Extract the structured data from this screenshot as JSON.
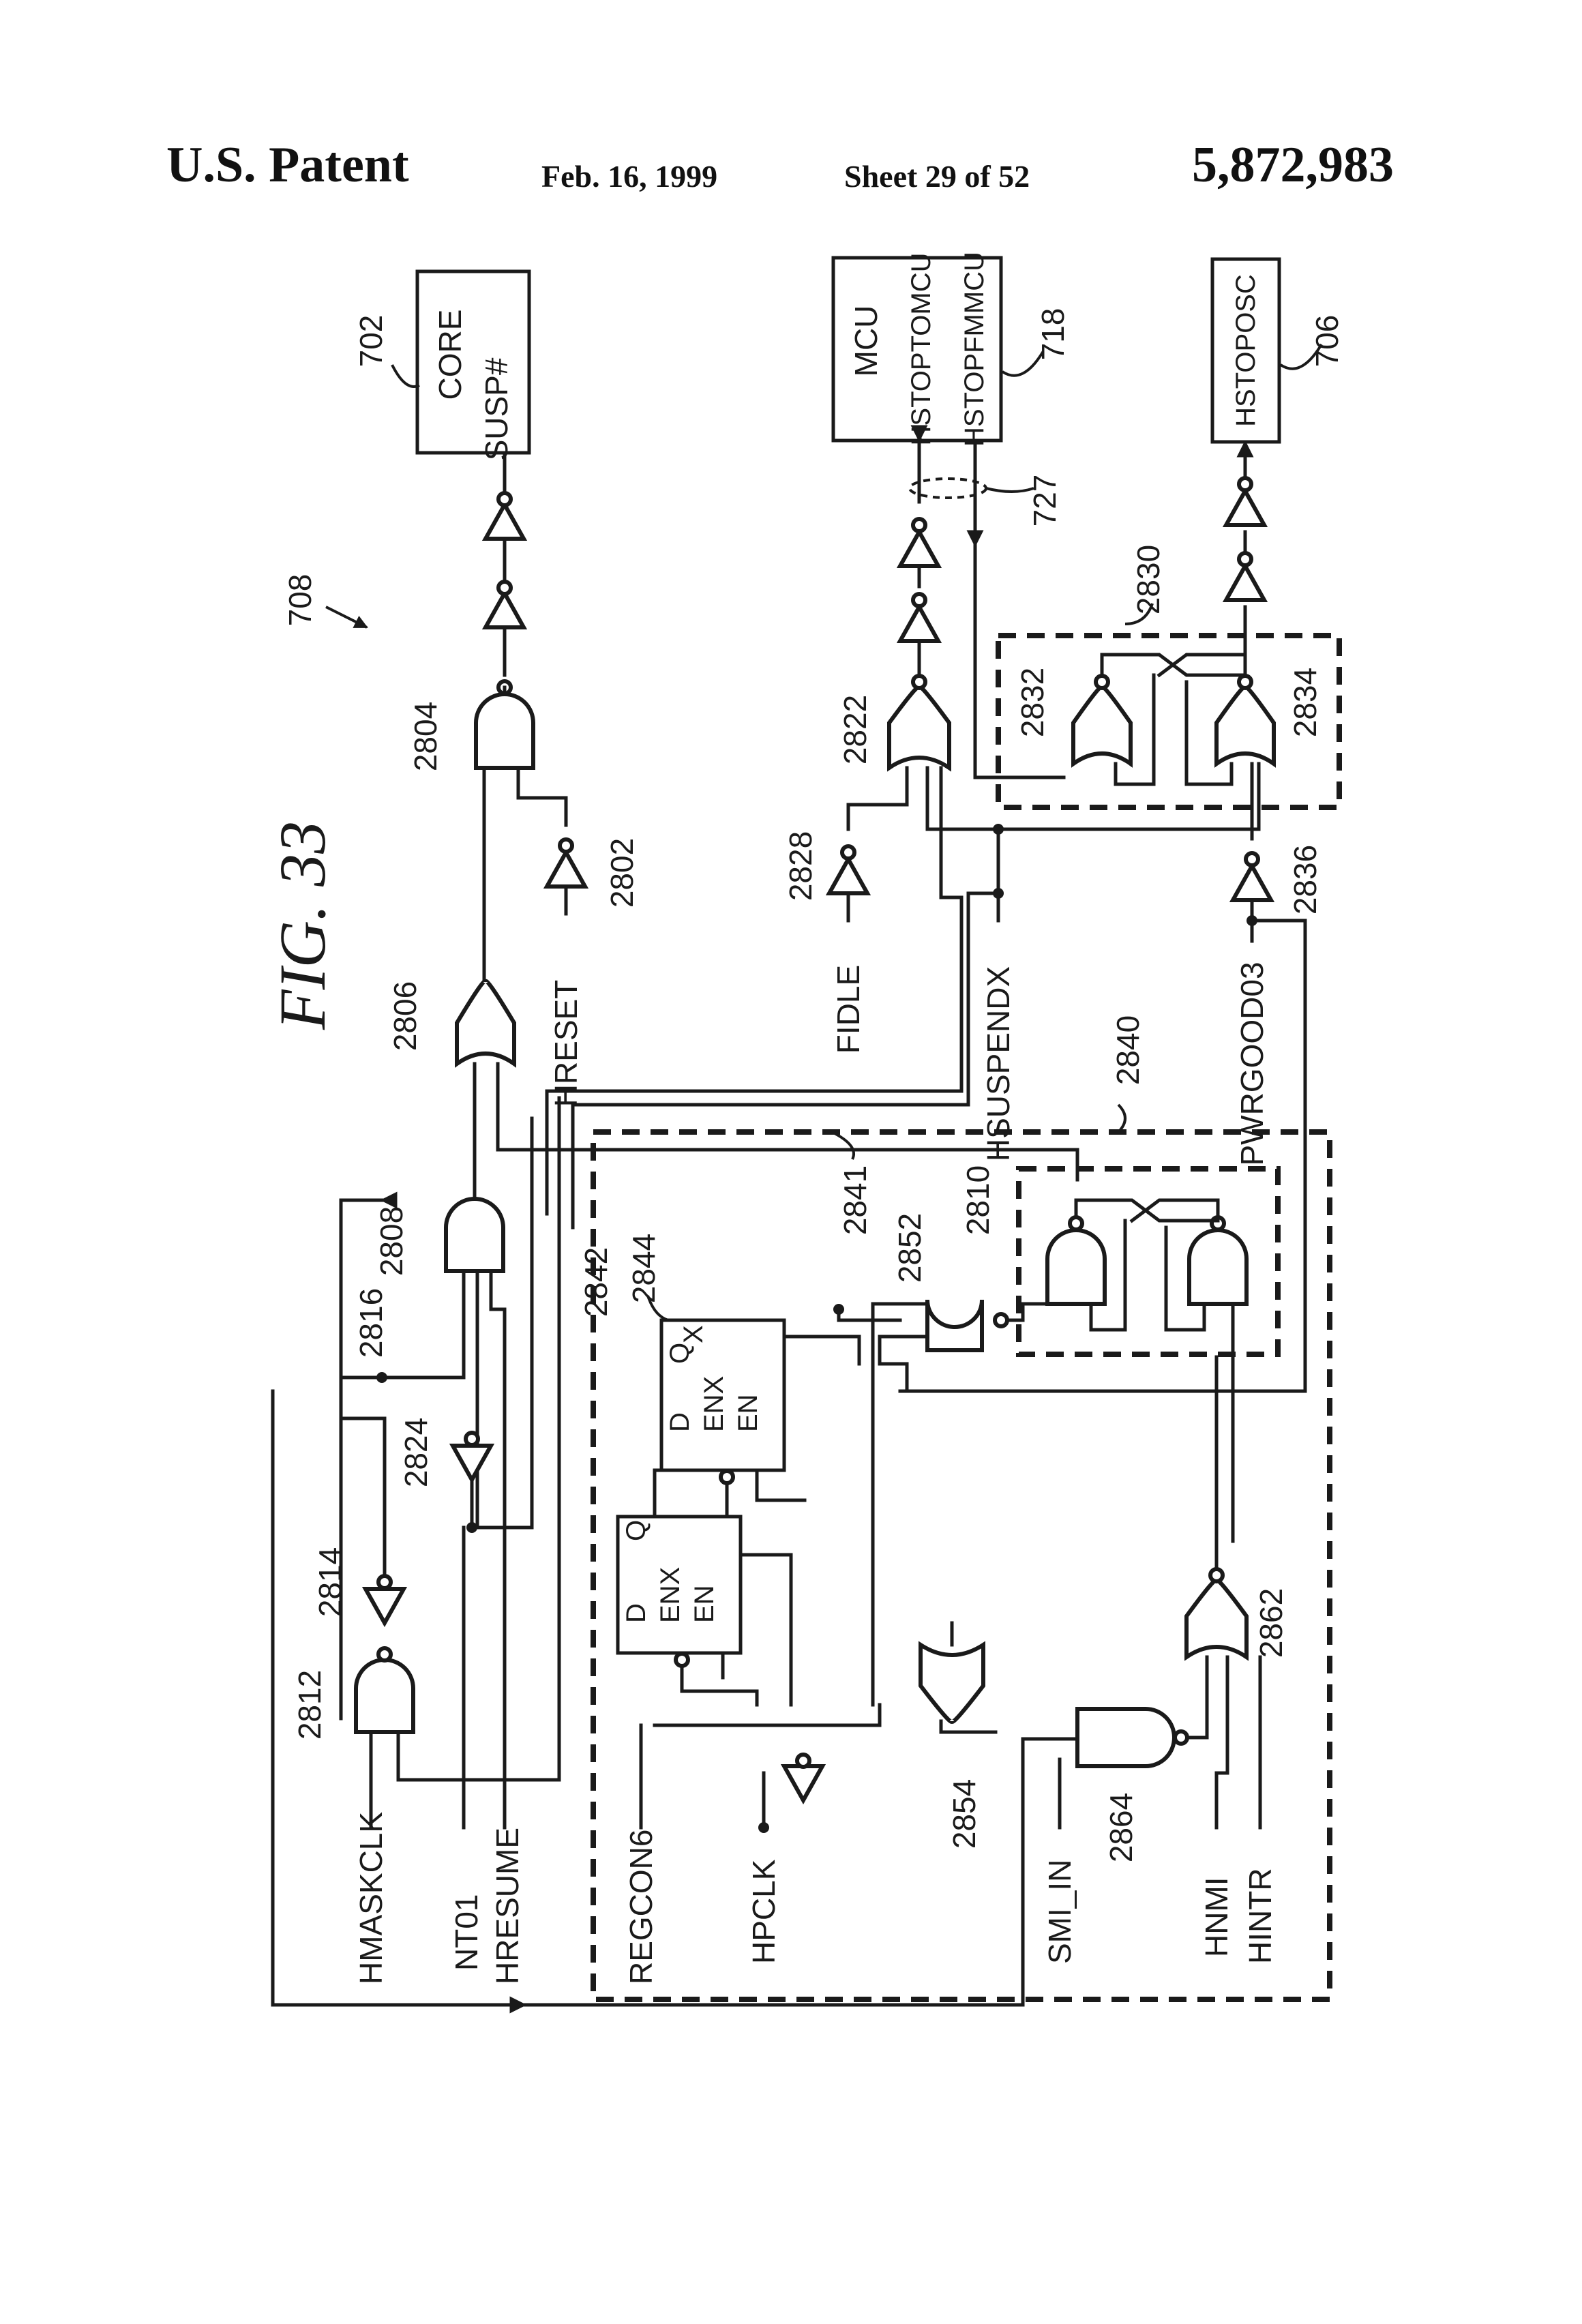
{
  "header": {
    "title": "U.S. Patent",
    "date": "Feb. 16, 1999",
    "sheet": "Sheet 29 of 52",
    "patent_number": "5,872,983"
  },
  "figure": {
    "label": "FIG.",
    "number": "33",
    "ref": "708"
  },
  "blocks": {
    "core": {
      "title": "CORE",
      "pin": "SUSP#",
      "ref": "702"
    },
    "mcu": {
      "title": "MCU",
      "pin1": "HSTOPTOMCU",
      "pin2": "HSTOPFMMCU",
      "ref": "718",
      "bus_ref": "727"
    },
    "osc": {
      "pin": "HSTOPOSC",
      "ref": "706"
    },
    "latch_a": {
      "ref": "2830",
      "upper": "2832",
      "lower": "2834"
    },
    "module": {
      "ref": "2840",
      "line_ref": "2841"
    },
    "latch_b": {
      "ref": "2810"
    },
    "ff1": {
      "ref": "2842",
      "d": "D",
      "q": "Q",
      "enx": "ENX",
      "en": "EN"
    },
    "ff2": {
      "ref": "2844",
      "d": "D",
      "q": "Q",
      "q_sub": "X",
      "enx": "ENX",
      "en": "EN"
    }
  },
  "gates": {
    "g2804": "2804",
    "g2802": "2802",
    "g2806": "2806",
    "g2808": "2808",
    "g2812": "2812",
    "g2814": "2814",
    "g2816": "2816",
    "g2824": "2824",
    "g2822": "2822",
    "g2828": "2828",
    "g2836": "2836",
    "g2852": "2852",
    "g2854": "2854",
    "g2862": "2862",
    "g2864": "2864"
  },
  "inputs": {
    "hreset": "HRESET",
    "fidle": "FIDLE",
    "hsuspendx": "HSUSPENDX",
    "pwrgood03": "PWRGOOD03",
    "hmaskclk": "HMASKCLK",
    "nt01": "NT01",
    "hresume": "HRESUME",
    "regcon6": "REGCON6",
    "hpclk": "HPCLK",
    "smi_in": "SMI_IN",
    "hnmi": "HNMI",
    "hintr": "HINTR"
  }
}
